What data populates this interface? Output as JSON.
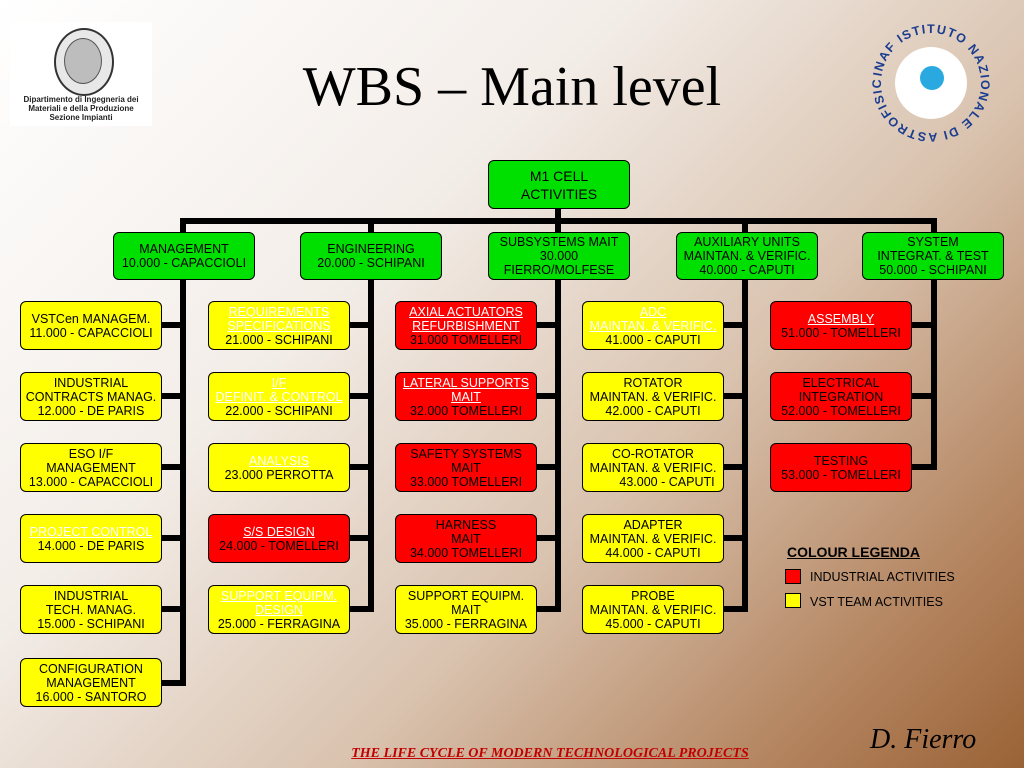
{
  "header": {
    "title": "WBS – Main level",
    "logo_left_lines": [
      "Dipartimento di Ingegneria dei",
      "Materiali e della Produzione",
      "Sezione Impianti"
    ],
    "logo_right_text": "INAF ISTITUTO NAZIONALE DI ASTROFISICA"
  },
  "colors": {
    "green": "#00e000",
    "yellow": "#ffff00",
    "red": "#ff0000"
  },
  "root": {
    "lines": [
      "M1 CELL",
      "ACTIVITIES"
    ]
  },
  "level1": [
    {
      "lines": [
        "MANAGEMENT",
        "10.000 - CAPACCIOLI"
      ]
    },
    {
      "lines": [
        "ENGINEERING",
        "20.000 - SCHIPANI"
      ]
    },
    {
      "lines": [
        "SUBSYSTEMS MAIT",
        "30.000",
        "FIERRO/MOLFESE"
      ]
    },
    {
      "lines": [
        "AUXILIARY UNITS",
        "MAINTAN. & VERIFIC.",
        "40.000 - CAPUTI"
      ]
    },
    {
      "lines": [
        "SYSTEM",
        "INTEGRAT. & TEST",
        "50.000 - SCHIPANI"
      ]
    }
  ],
  "columns": [
    [
      {
        "color": "yellow",
        "lines": [
          "VSTCen MANAGEM.",
          "11.000 - CAPACCIOLI"
        ]
      },
      {
        "color": "yellow",
        "lines": [
          "INDUSTRIAL",
          "CONTRACTS MANAG.",
          "12.000 - DE PARIS"
        ]
      },
      {
        "color": "yellow",
        "lines": [
          "ESO I/F",
          "MANAGEMENT",
          "13.000 - CAPACCIOLI"
        ]
      },
      {
        "color": "yellow",
        "lines": [
          "PROJECT CONTROL",
          "14.000 - DE PARIS"
        ],
        "linked": [
          0
        ]
      },
      {
        "color": "yellow",
        "lines": [
          "INDUSTRIAL",
          "TECH. MANAG.",
          "15.000 - SCHIPANI"
        ]
      },
      {
        "color": "yellow",
        "lines": [
          "CONFIGURATION",
          "MANAGEMENT",
          "16.000 - SANTORO"
        ]
      }
    ],
    [
      {
        "color": "yellow",
        "lines": [
          "REQUIREMENTS",
          "SPECIFICATIONS",
          "21.000 - SCHIPANI"
        ],
        "linked": [
          0,
          1
        ]
      },
      {
        "color": "yellow",
        "lines": [
          "I/F",
          "DEFINIT. & CONTROL",
          "22.000 - SCHIPANI"
        ],
        "linked": [
          0,
          1
        ]
      },
      {
        "color": "yellow",
        "lines": [
          "ANALYSIS",
          "23.000 PERROTTA"
        ],
        "linked": [
          0
        ]
      },
      {
        "color": "red",
        "lines": [
          "S/S DESIGN",
          "24.000 - TOMELLERI"
        ],
        "linked": [
          0
        ]
      },
      {
        "color": "yellow",
        "lines": [
          "SUPPORT EQUIPM.",
          "DESIGN",
          "25.000 - FERRAGINA"
        ],
        "linked": [
          0,
          1
        ]
      }
    ],
    [
      {
        "color": "red",
        "lines": [
          "AXIAL ACTUATORS",
          "REFURBISHMENT",
          "31.000 TOMELLERI"
        ],
        "linked": [
          0,
          1
        ]
      },
      {
        "color": "red",
        "lines": [
          "LATERAL SUPPORTS",
          "MAIT",
          "32.000 TOMELLERI"
        ],
        "linked": [
          0,
          1
        ]
      },
      {
        "color": "red",
        "lines": [
          "SAFETY SYSTEMS",
          "MAIT",
          "33.000 TOMELLERI"
        ]
      },
      {
        "color": "red",
        "lines": [
          "HARNESS",
          "MAIT",
          "34.000 TOMELLERI"
        ]
      },
      {
        "color": "yellow",
        "lines": [
          "SUPPORT EQUIPM.",
          "MAIT",
          "35.000 - FERRAGINA"
        ]
      }
    ],
    [
      {
        "color": "yellow",
        "lines": [
          "ADC",
          "MAINTAN. & VERIFIC.",
          "41.000 - CAPUTI"
        ],
        "linked": [
          0,
          1
        ]
      },
      {
        "color": "yellow",
        "lines": [
          "ROTATOR",
          "MAINTAN. & VERIFIC.",
          "42.000 - CAPUTI"
        ]
      },
      {
        "color": "yellow",
        "lines": [
          "CO-ROTATOR",
          "MAINTAN. & VERIFIC.",
          "43.000 - CAPUTI"
        ]
      },
      {
        "color": "yellow",
        "lines": [
          "ADAPTER",
          "MAINTAN.  & VERIFIC.",
          "44.000 - CAPUTI"
        ]
      },
      {
        "color": "yellow",
        "lines": [
          "PROBE",
          "MAINTAN.  & VERIFIC.",
          "45.000 - CAPUTI"
        ]
      }
    ],
    [
      {
        "color": "red",
        "lines": [
          "ASSEMBLY",
          "51.000 - TOMELLERI"
        ],
        "linked": [
          0
        ]
      },
      {
        "color": "red",
        "lines": [
          "ELECTRICAL",
          "INTEGRATION",
          "52.000 - TOMELLERI"
        ]
      },
      {
        "color": "red",
        "lines": [
          "TESTING",
          "53.000 - TOMELLERI"
        ]
      }
    ]
  ],
  "legend": {
    "title": "COLOUR LEGENDA",
    "items": [
      {
        "color": "#ff0000",
        "label": "INDUSTRIAL ACTIVITIES"
      },
      {
        "color": "#ffff00",
        "label": "VST TEAM ACTIVITIES"
      }
    ]
  },
  "author": "D. Fierro",
  "footer": "THE LIFE CYCLE OF MODERN TECHNOLOGICAL PROJECTS"
}
